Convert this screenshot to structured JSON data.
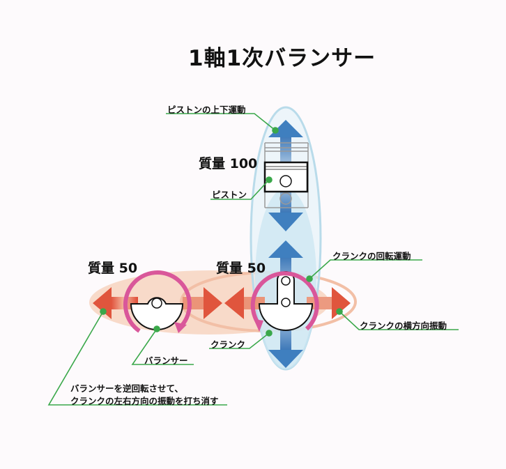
{
  "title": "1軸1次バランサー",
  "labels": {
    "piston_motion": "ピストンの上下運動",
    "mass_piston": "質量 100",
    "piston": "ピストン",
    "mass_balancer": "質量 50",
    "mass_crank": "質量 50",
    "crank_rotation": "クランクの回転運動",
    "crank_lateral": "クランクの横方向振動",
    "crank": "クランク",
    "balancer": "バランサー",
    "note_line1": "バランサーを逆回転させて、",
    "note_line2": "クランクの左右方向の振動を打ち消す"
  },
  "colors": {
    "leader": "#3aa84a",
    "rotation": "#d9579a",
    "vertical_arrow": "#3f7fbf",
    "horizontal_arrow": "#e0553d",
    "ellipse_blue": "#cfe9f3",
    "ellipse_orange": "#f6cdb8"
  }
}
